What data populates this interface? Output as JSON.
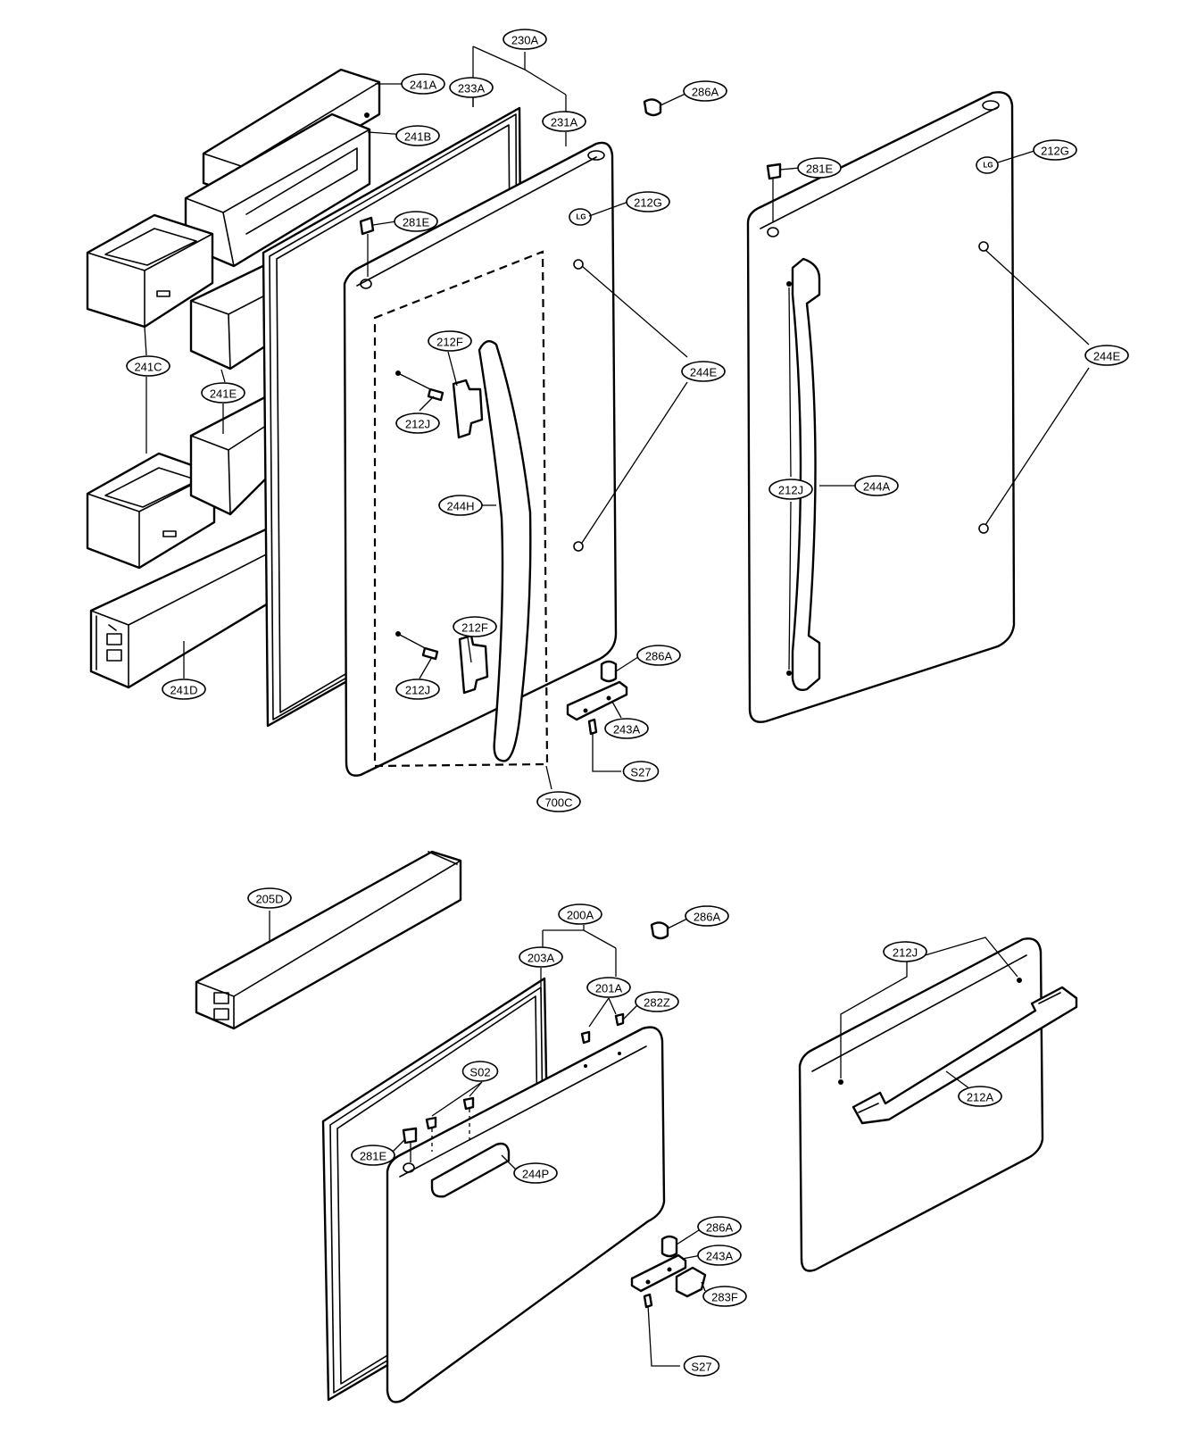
{
  "callouts": [
    {
      "id": "c-230A-top",
      "text": "230A"
    },
    {
      "id": "c-241A",
      "text": "241A"
    },
    {
      "id": "c-233A",
      "text": "233A"
    },
    {
      "id": "c-231A",
      "text": "231A"
    },
    {
      "id": "c-286A-top",
      "text": "286A"
    },
    {
      "id": "c-241B",
      "text": "241B"
    },
    {
      "id": "c-212G-left",
      "text": "212G"
    },
    {
      "id": "c-281E-left",
      "text": "281E"
    },
    {
      "id": "c-212G-right",
      "text": "212G"
    },
    {
      "id": "c-281E-right",
      "text": "281E"
    },
    {
      "id": "c-212F-top",
      "text": "212F"
    },
    {
      "id": "c-241C",
      "text": "241C"
    },
    {
      "id": "c-241E",
      "text": "241E"
    },
    {
      "id": "c-244E-left",
      "text": "244E"
    },
    {
      "id": "c-244E-right",
      "text": "244E"
    },
    {
      "id": "c-212J-topleft",
      "text": "212J"
    },
    {
      "id": "c-244H",
      "text": "244H"
    },
    {
      "id": "c-212J-right",
      "text": "212J"
    },
    {
      "id": "c-244A",
      "text": "244A"
    },
    {
      "id": "c-212F-bottom",
      "text": "212F"
    },
    {
      "id": "c-286A-mid",
      "text": "286A"
    },
    {
      "id": "c-241D",
      "text": "241D"
    },
    {
      "id": "c-212J-lowleft",
      "text": "212J"
    },
    {
      "id": "c-243A-top",
      "text": "243A"
    },
    {
      "id": "c-S27-top",
      "text": "S27"
    },
    {
      "id": "c-700C",
      "text": "700C"
    },
    {
      "id": "c-205D",
      "text": "205D"
    },
    {
      "id": "c-200A",
      "text": "200A"
    },
    {
      "id": "c-286A-low",
      "text": "286A"
    },
    {
      "id": "c-212J-drawer",
      "text": "212J"
    },
    {
      "id": "c-203A",
      "text": "203A"
    },
    {
      "id": "c-201A",
      "text": "201A"
    },
    {
      "id": "c-282Z",
      "text": "282Z"
    },
    {
      "id": "c-S02",
      "text": "S02"
    },
    {
      "id": "c-212A",
      "text": "212A"
    },
    {
      "id": "c-281E-low",
      "text": "281E"
    },
    {
      "id": "c-244P",
      "text": "244P"
    },
    {
      "id": "c-286A-bottom",
      "text": "286A"
    },
    {
      "id": "c-243A-bottom",
      "text": "243A"
    },
    {
      "id": "c-283F",
      "text": "283F"
    },
    {
      "id": "c-S27-bottom",
      "text": "S27"
    }
  ],
  "logo": {
    "text": "LG"
  },
  "ink_color": "#000000",
  "paper_color": "#ffffff"
}
